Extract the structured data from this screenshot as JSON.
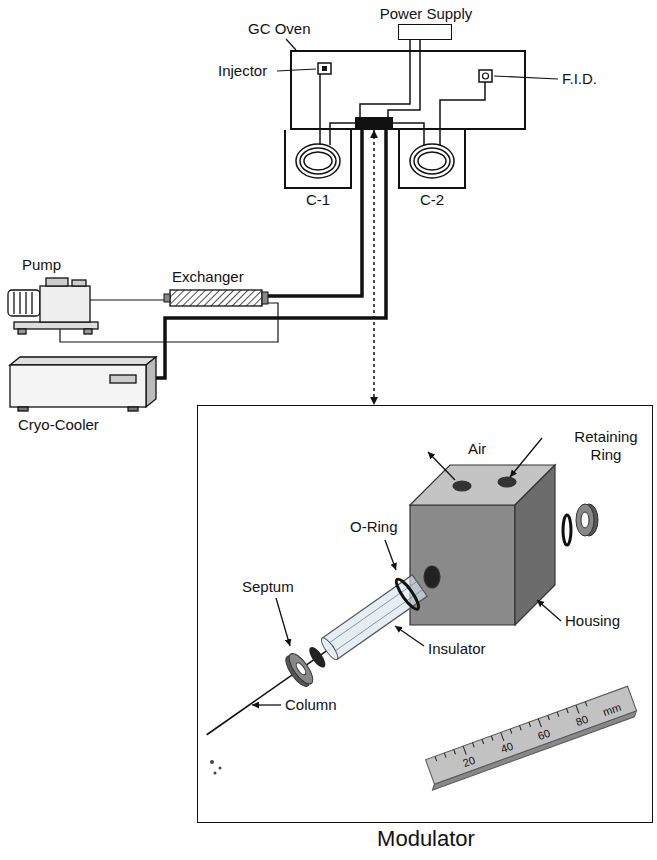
{
  "diagram": {
    "nodes": [
      {
        "text": [
          "Power Supply"
        ]
      },
      {
        "text": [
          "GC Oven"
        ]
      },
      {
        "text": [
          "C-1"
        ]
      },
      {
        "text": [
          "C-2"
        ]
      },
      {
        "text": [
          "Modulator"
        ]
      }
    ],
    "edges": [
      {
        "from": 0,
        "to": 1,
        "arrow": "none"
      },
      {
        "from": 1,
        "to": 4,
        "arrow": "both"
      }
    ],
    "labels": [
      "Injector",
      "F.I.D.",
      "Pump",
      "Exchanger",
      "Cryo-Cooler",
      "Retaining Ring",
      "Air",
      "O-Ring",
      "Housing",
      "Septum",
      "Insulator",
      "Column",
      "20",
      "40",
      "60",
      "80",
      "mm"
    ]
  }
}
